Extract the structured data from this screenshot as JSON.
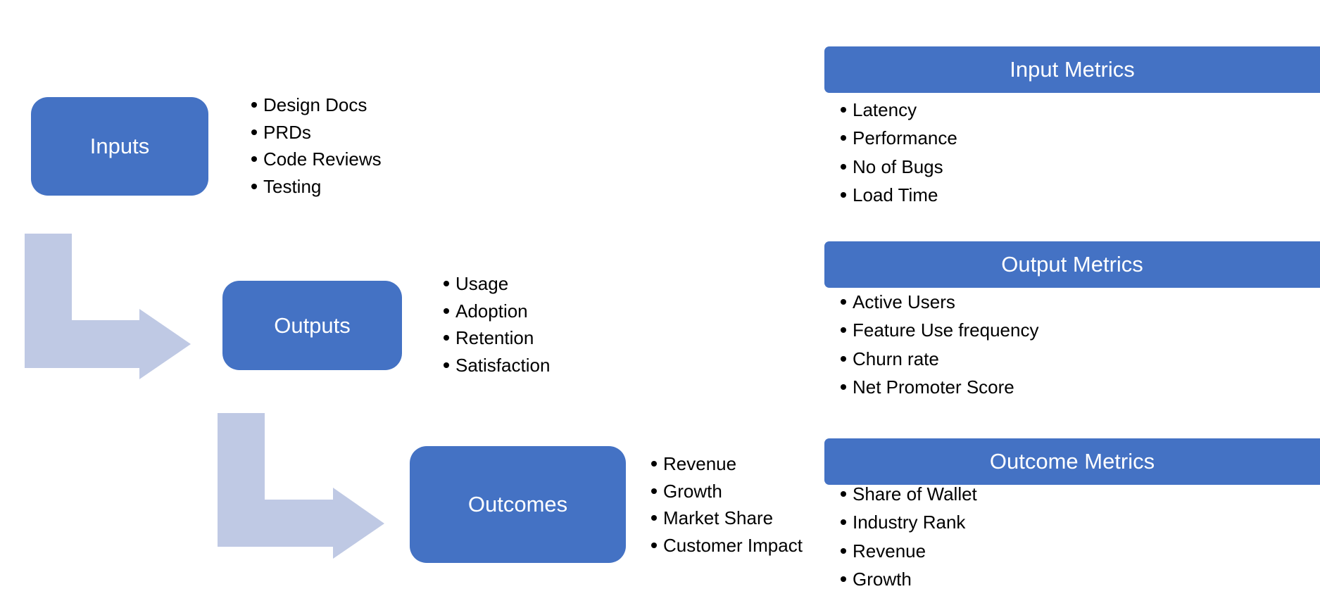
{
  "stages": {
    "inputs": {
      "label": "Inputs"
    },
    "outputs": {
      "label": "Outputs"
    },
    "outcomes": {
      "label": "Outcomes"
    }
  },
  "stage_items": {
    "inputs": [
      "Design Docs",
      "PRDs",
      "Code Reviews",
      "Testing"
    ],
    "outputs": [
      "Usage",
      "Adoption",
      "Retention",
      "Satisfaction"
    ],
    "outcomes": [
      "Revenue",
      "Growth",
      "Market Share",
      "Customer Impact"
    ]
  },
  "metrics": {
    "input": {
      "title": "Input Metrics",
      "items": [
        "Latency",
        "Performance",
        "No of Bugs",
        "Load Time"
      ]
    },
    "output": {
      "title": "Output Metrics",
      "items": [
        "Active Users",
        "Feature Use frequency",
        "Churn rate",
        "Net Promoter Score"
      ]
    },
    "outcome": {
      "title": "Outcome Metrics",
      "items": [
        "Share of Wallet",
        "Industry Rank",
        "Revenue",
        "Growth"
      ]
    }
  },
  "colors": {
    "box_fill": "#4472C4",
    "box_text": "#FFFFFF",
    "arrow_fill": "#BFC9E4"
  }
}
